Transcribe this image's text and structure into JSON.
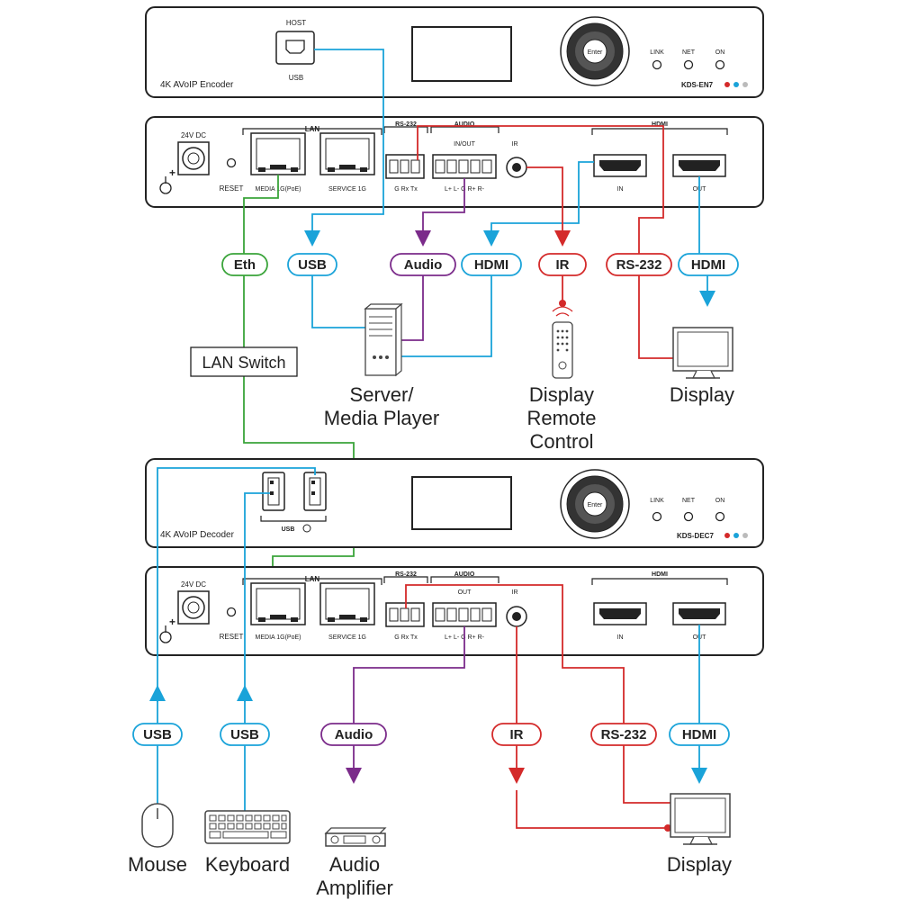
{
  "encoder": {
    "front": {
      "host_label": "HOST",
      "usb_label": "USB",
      "name": "4K AVoIP Encoder",
      "model": "KDS-EN7",
      "enter_label": "Enter",
      "led_link": "LINK",
      "led_net": "NET",
      "led_on": "ON"
    },
    "rear": {
      "dc_label": "24V DC",
      "reset_label": "RESET",
      "lan_label": "LAN",
      "media_label": "MEDIA  1G(PoE)",
      "service_label": "SERVICE 1G",
      "rs232_label": "RS-232",
      "rs232_pins": "G  Rx  Tx",
      "audio_label": "AUDIO",
      "audio_sub": "IN/OUT",
      "audio_pins": "L+  L-   G  R+  R-",
      "ir_label": "IR",
      "hdmi_label": "HDMI",
      "hdmi_in": "IN",
      "hdmi_out": "OUT"
    }
  },
  "decoder": {
    "front": {
      "usb_label": "USB",
      "name": "4K AVoIP Decoder",
      "model": "KDS-DEC7",
      "enter_label": "Enter",
      "led_link": "LINK",
      "led_net": "NET",
      "led_on": "ON"
    },
    "rear": {
      "dc_label": "24V DC",
      "reset_label": "RESET",
      "lan_label": "LAN",
      "media_label": "MEDIA  1G(PoE)",
      "service_label": "SERVICE 1G",
      "rs232_label": "RS-232",
      "rs232_pins": "G  Rx  Tx",
      "audio_label": "AUDIO",
      "audio_sub": "OUT",
      "audio_pins": "L+  L-   G  R+  R-",
      "ir_label": "IR",
      "hdmi_label": "HDMI",
      "hdmi_in": "IN",
      "hdmi_out": "OUT"
    }
  },
  "pills_top": {
    "eth": "Eth",
    "usb": "USB",
    "audio": "Audio",
    "hdmi_in": "HDMI",
    "ir": "IR",
    "rs232": "RS-232",
    "hdmi_out": "HDMI"
  },
  "pills_bottom": {
    "usb_mouse": "USB",
    "usb_keyboard": "USB",
    "audio": "Audio",
    "ir": "IR",
    "rs232": "RS-232",
    "hdmi": "HDMI"
  },
  "lan_switch": "LAN Switch",
  "devices_top": {
    "server_line1": "Server/",
    "server_line2": "Media Player",
    "remote_line1": "Display",
    "remote_line2": "Remote",
    "remote_line3": "Control",
    "display": "Display"
  },
  "devices_bottom": {
    "mouse": "Mouse",
    "keyboard": "Keyboard",
    "amp_line1": "Audio",
    "amp_line2": "Amplifier",
    "display": "Display"
  },
  "colors": {
    "usb": "#1aa3d9",
    "hdmi": "#1aa3d9",
    "eth": "#3aa43a",
    "audio": "#7b2b8a",
    "ir": "#d42a2a",
    "rs232": "#d42a2a"
  }
}
